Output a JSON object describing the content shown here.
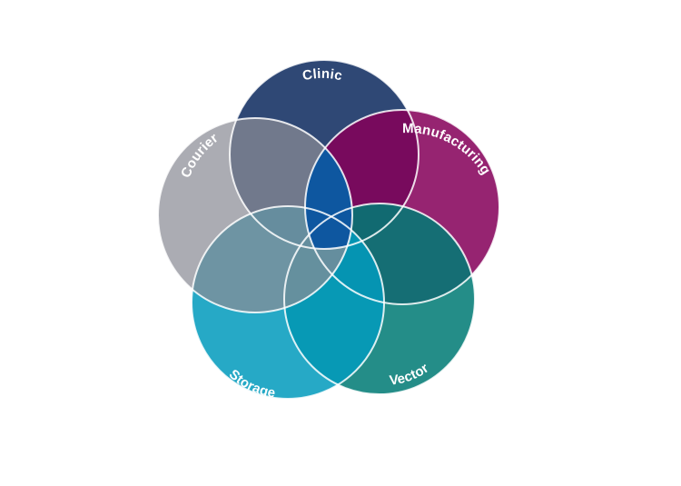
{
  "diagram": {
    "circles": [
      {
        "id": "clinic",
        "label": "Clinic",
        "color": "#0d2a5e"
      },
      {
        "id": "manufacturing",
        "label": "Manufacturing",
        "color": "#85005a"
      },
      {
        "id": "vector",
        "label": "Vector",
        "color": "#007a74"
      },
      {
        "id": "storage",
        "label": "Storage",
        "color": "#029bbd"
      },
      {
        "id": "courier",
        "label": "Courier",
        "color": "#8a8c95"
      }
    ],
    "center_overlap_color": "#0e57a0"
  }
}
